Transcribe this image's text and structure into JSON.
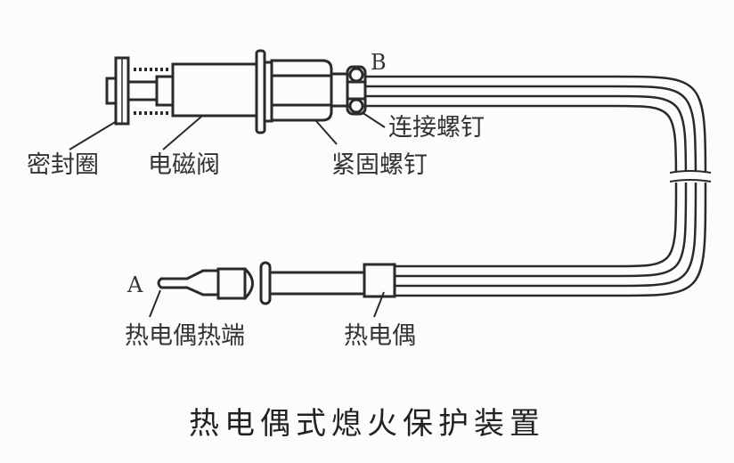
{
  "diagram": {
    "caption": "热电偶式熄火保护装置",
    "point_a": "A",
    "point_b": "B",
    "labels": {
      "seal_ring": "密封圈",
      "solenoid_valve": "电磁阀",
      "fastening_screw": "紧固螺钉",
      "connecting_screw": "连接螺钉",
      "thermocouple_hot_end": "热电偶热端",
      "thermocouple": "热电偶"
    },
    "line_color": "#2a2a2a"
  }
}
